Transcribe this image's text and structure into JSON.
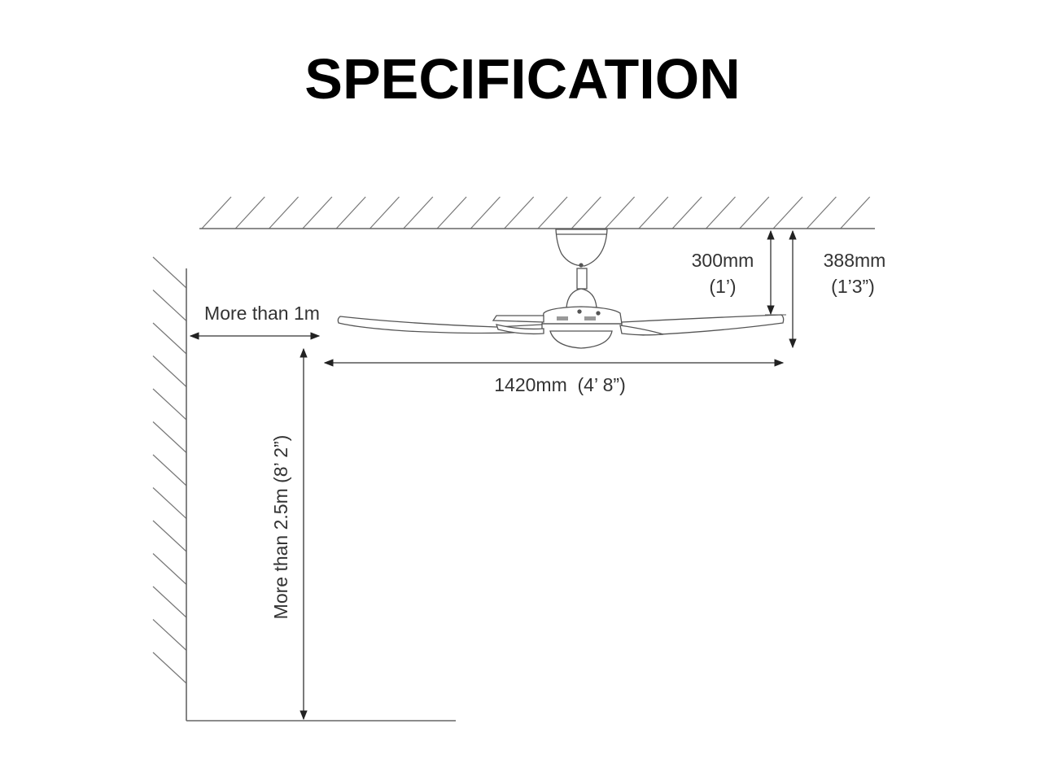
{
  "title": "SPECIFICATION",
  "colors": {
    "line": "#555555",
    "text": "#333333",
    "hatch": "#777777"
  },
  "dimensions": {
    "side_clearance": "More than 1m",
    "floor_clearance": "More than 2.5m (8’ 2”)",
    "blade_span": "1420mm  (4’ 8”)",
    "blade_drop_mm": "300mm",
    "blade_drop_imperial": "(1’)",
    "total_drop_mm": "388mm",
    "total_drop_imperial": "(1’3”)"
  }
}
